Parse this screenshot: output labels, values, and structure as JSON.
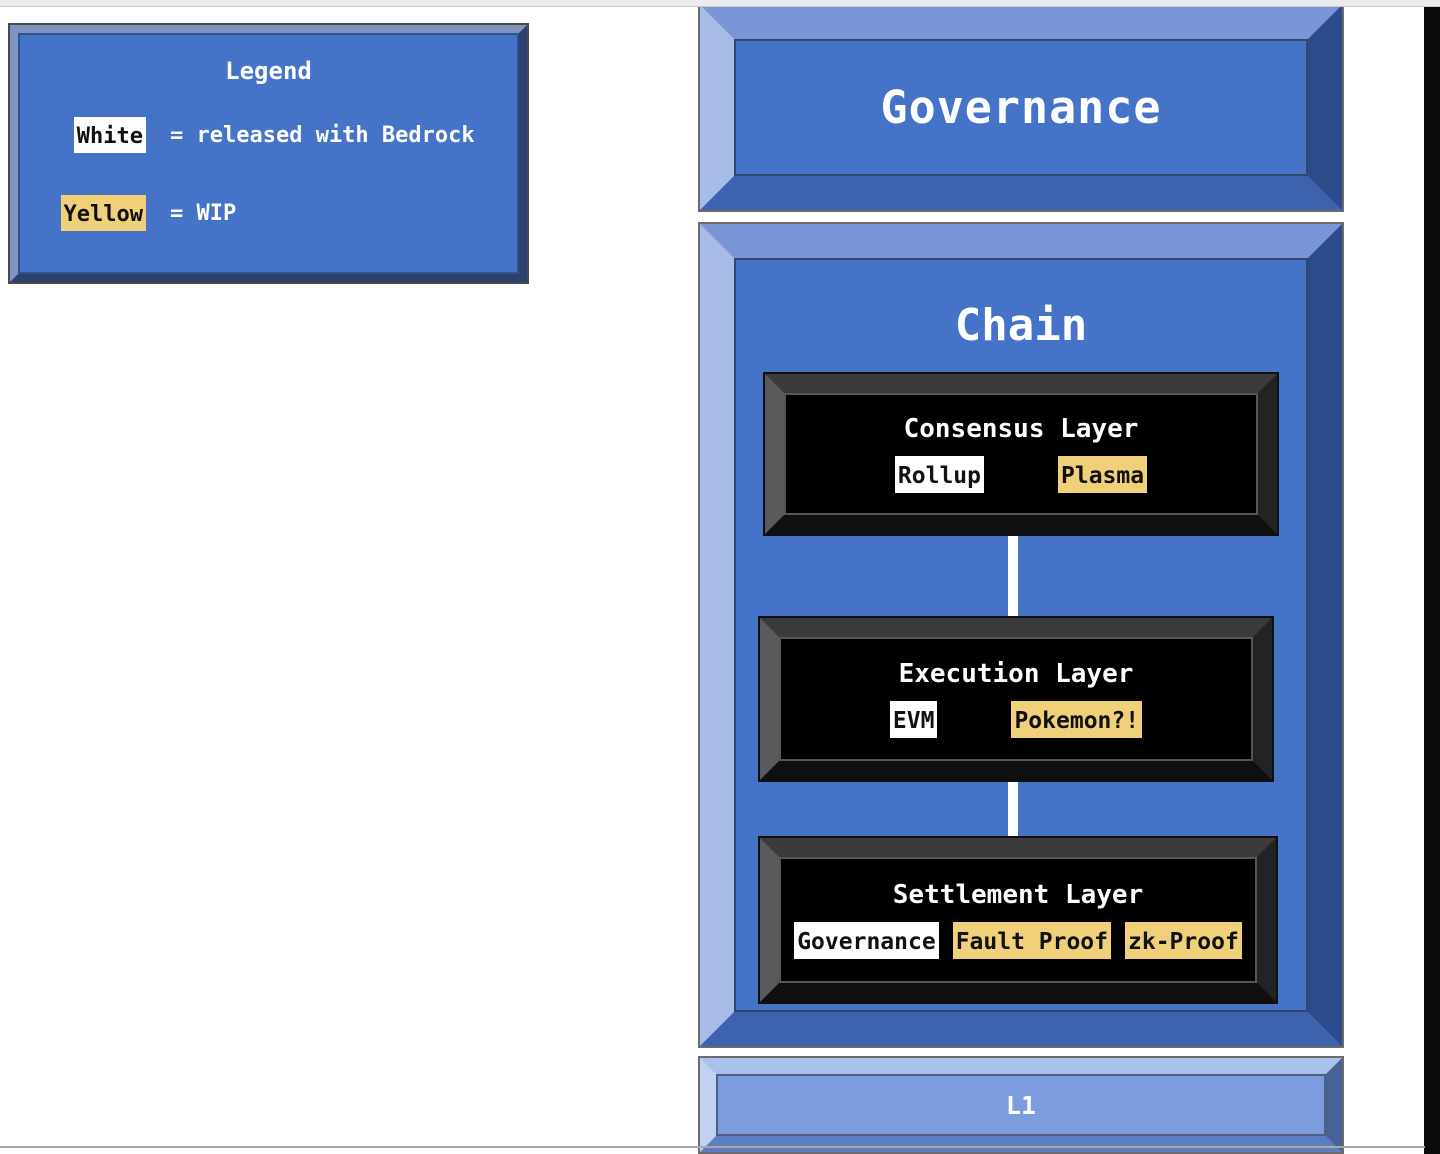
{
  "colors": {
    "blue": "#4573C7",
    "lightblue": "#7D9BDF",
    "yellow": "#F0D179",
    "white": "#FFFFFF",
    "black": "#000000"
  },
  "legend": {
    "title": "Legend",
    "rows": [
      {
        "tag": "White",
        "tag_type": "white",
        "text": "= released with Bedrock"
      },
      {
        "tag": "Yellow",
        "tag_type": "yellow",
        "text": "= WIP"
      }
    ]
  },
  "governance": {
    "label": "Governance"
  },
  "chain": {
    "title": "Chain",
    "layers": [
      {
        "title": "Consensus Layer",
        "tags": [
          {
            "label": "Rollup",
            "type": "white"
          },
          {
            "label": "Plasma",
            "type": "yellow"
          }
        ]
      },
      {
        "title": "Execution Layer",
        "tags": [
          {
            "label": "EVM",
            "type": "white"
          },
          {
            "label": "Pokemon?!",
            "type": "yellow"
          }
        ]
      },
      {
        "title": "Settlement Layer",
        "tags": [
          {
            "label": "Governance",
            "type": "white"
          },
          {
            "label": "Fault Proof",
            "type": "yellow"
          },
          {
            "label": "zk-Proof",
            "type": "yellow"
          }
        ]
      }
    ]
  },
  "l1": {
    "label": "L1"
  }
}
